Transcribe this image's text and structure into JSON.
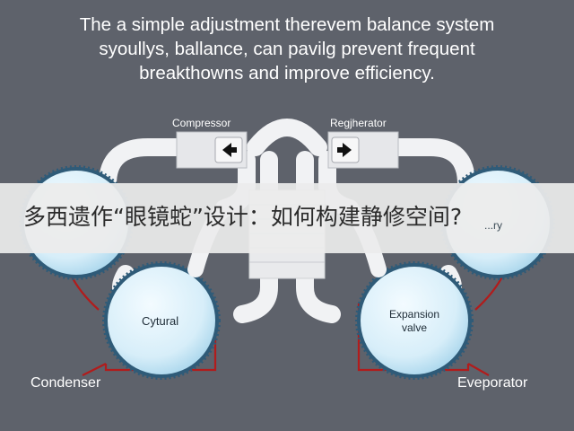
{
  "headline": {
    "line1": "The a simple adjustment therevem balance system",
    "line2": "syoullys, ballance, can pavilg prevent frequent",
    "line3": "breakthowns and improve efficiency."
  },
  "labels": {
    "compressor": "Compressor",
    "regenerator": "Regjherator",
    "cytural": "Cytural",
    "expansion_line1": "Expansion",
    "expansion_line2": "valve",
    "condenser": "Condenser",
    "evaporator": "Eveporator",
    "right_partial": "...ry"
  },
  "banner": {
    "text": "多西遗作“眼镜蛇”设计：如何构建静修空间?"
  },
  "colors": {
    "background": "#5e626b",
    "pipe": "#f1f2f4",
    "sphere": "#d7eef9",
    "sphere_edge": "#9ecfe8",
    "red_line": "#b11c1c",
    "gear": "#2f5b78"
  },
  "icons": {
    "compressor_arrow": "arrow-left-icon",
    "regenerator_arrow": "arrow-right-icon"
  }
}
